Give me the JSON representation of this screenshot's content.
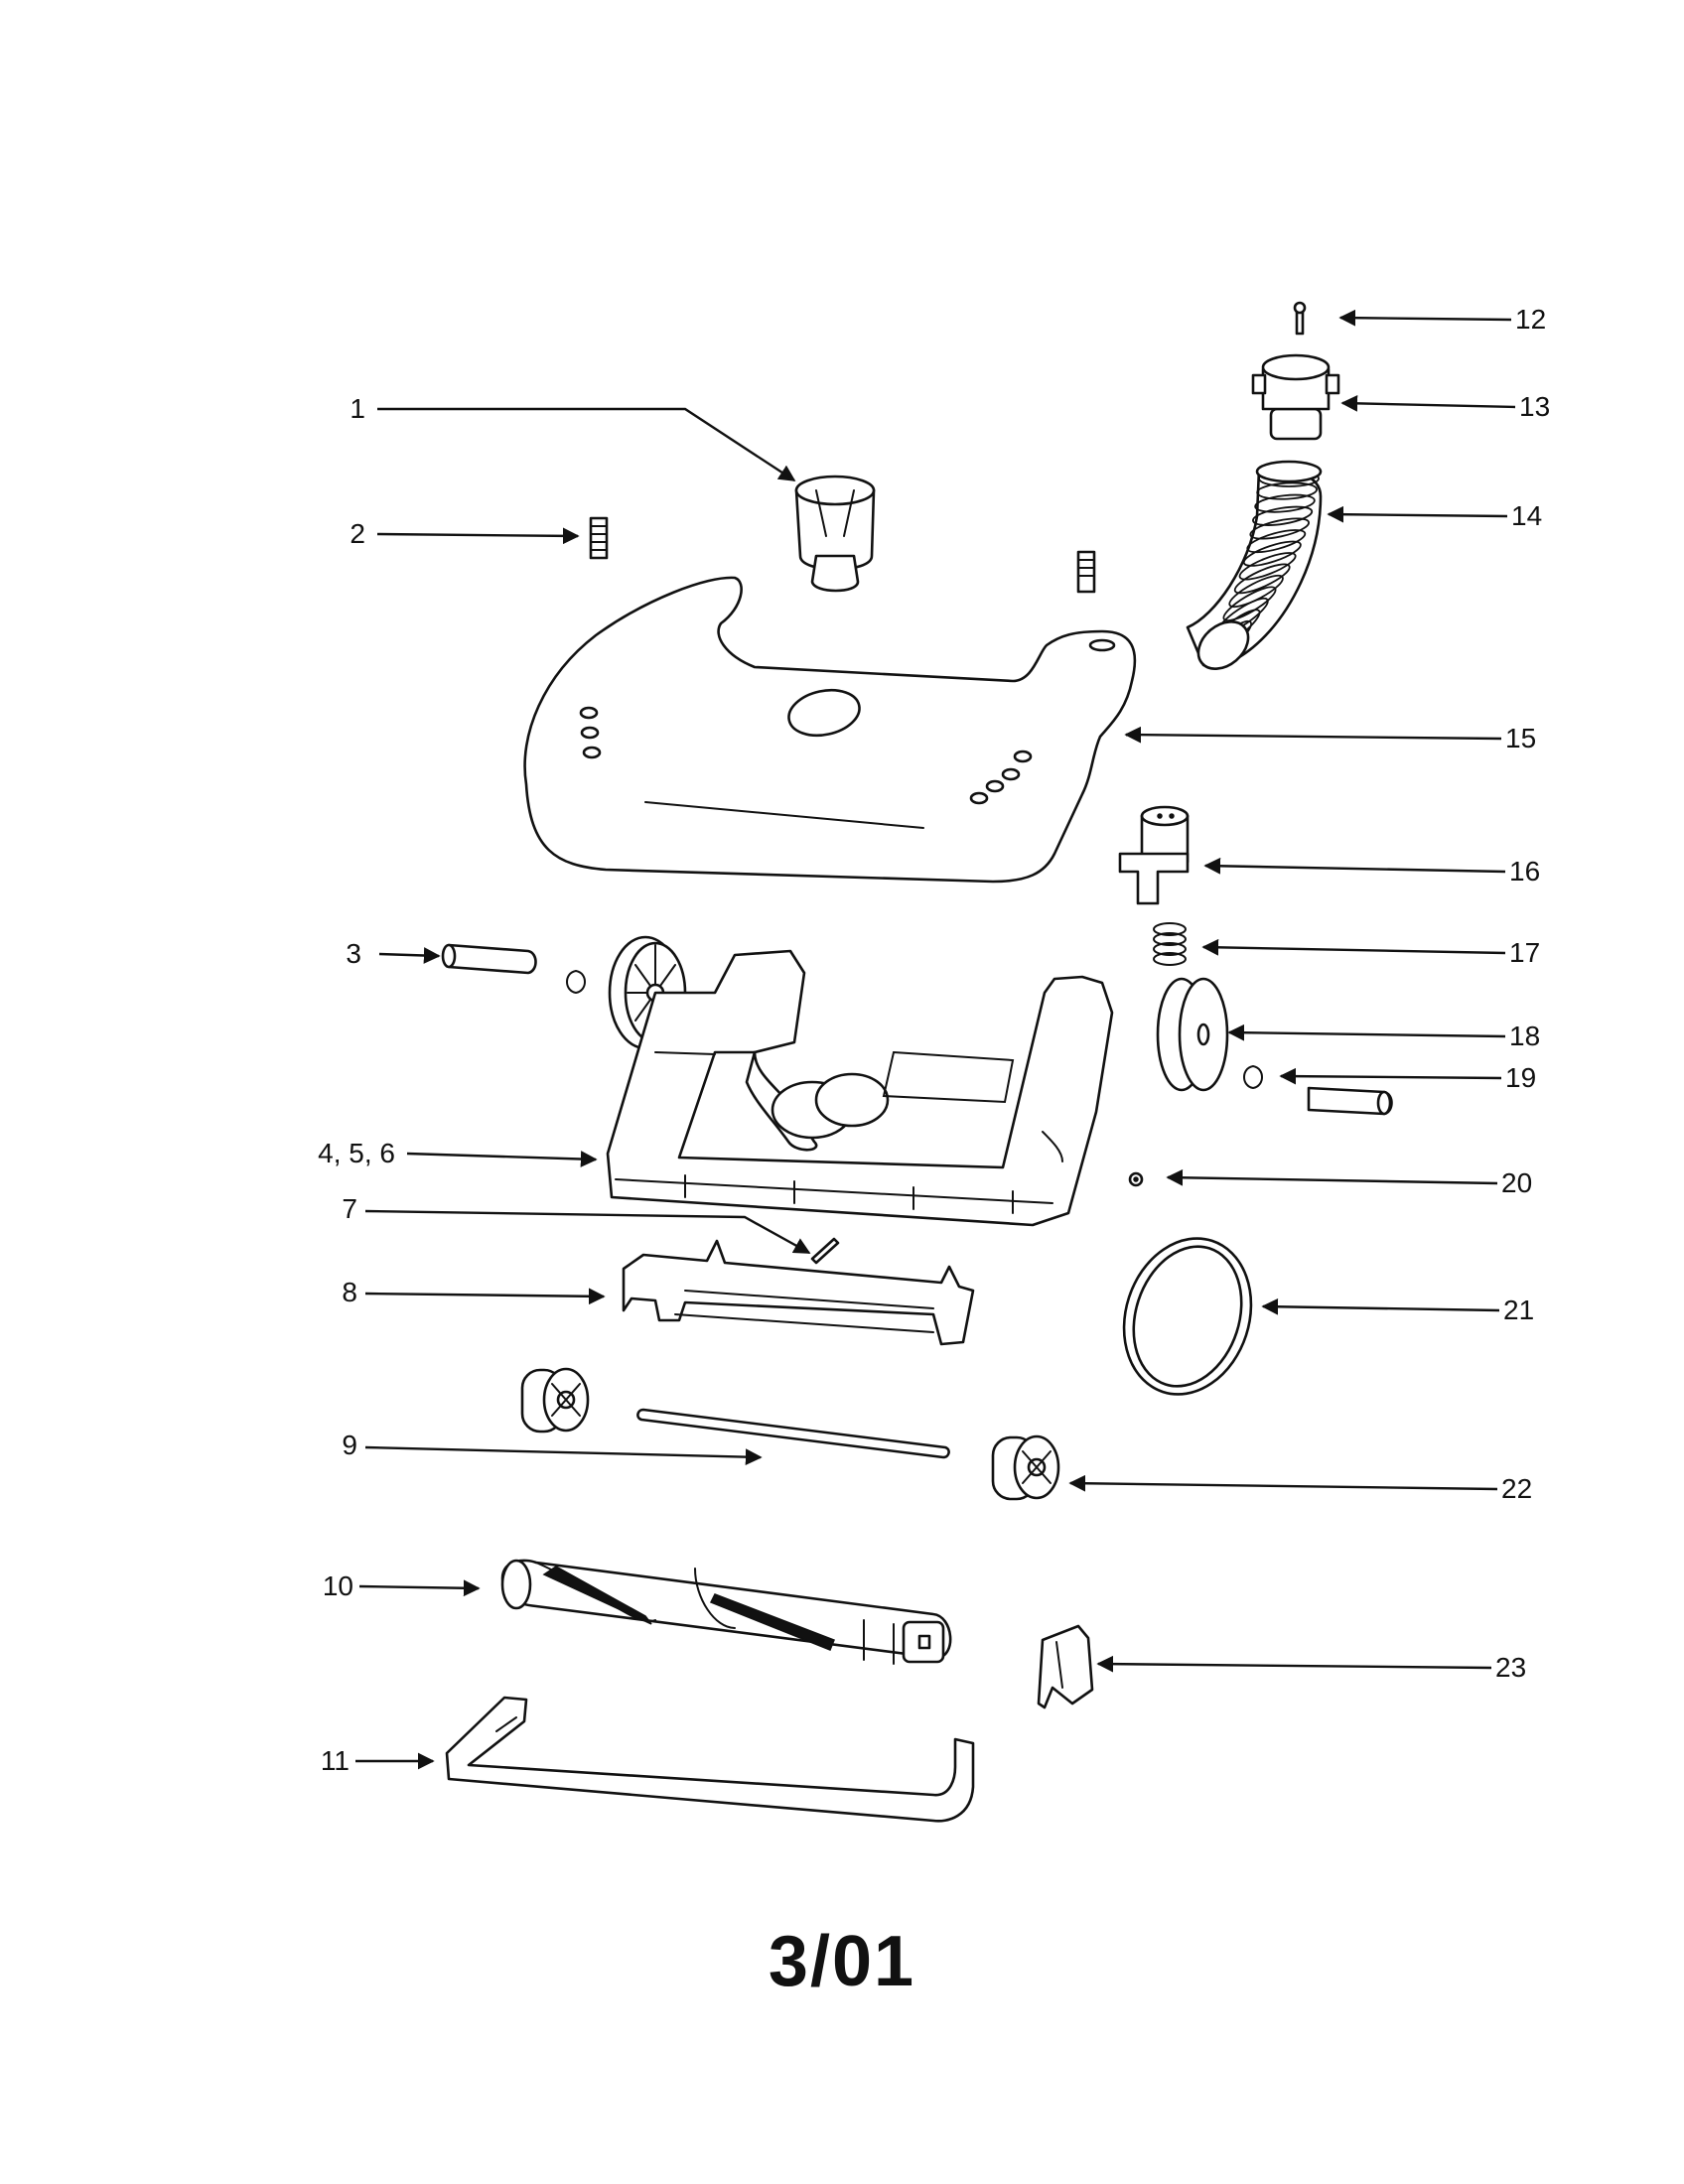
{
  "callouts": [
    {
      "label": "1"
    },
    {
      "label": "2"
    },
    {
      "label": "3"
    },
    {
      "label": "4, 5, 6"
    },
    {
      "label": "7"
    },
    {
      "label": "8"
    },
    {
      "label": "9"
    },
    {
      "label": "10"
    },
    {
      "label": "11"
    },
    {
      "label": "12"
    },
    {
      "label": "13"
    },
    {
      "label": "14"
    },
    {
      "label": "15"
    },
    {
      "label": "16"
    },
    {
      "label": "17"
    },
    {
      "label": "18"
    },
    {
      "label": "19"
    },
    {
      "label": "20"
    },
    {
      "label": "21"
    },
    {
      "label": "22"
    },
    {
      "label": "23"
    }
  ],
  "footer": {
    "code": "3/01"
  }
}
